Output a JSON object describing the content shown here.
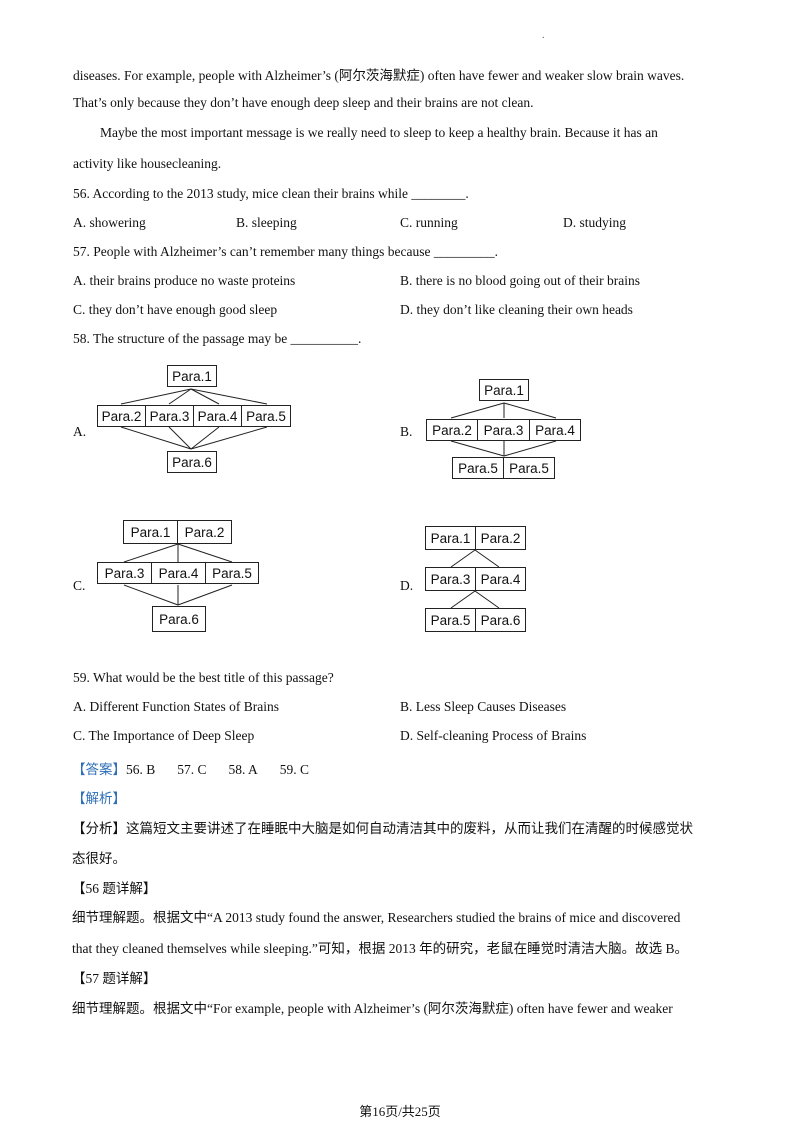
{
  "header_mark": ".",
  "paragraphs": {
    "p1": "diseases. For example, people with Alzheimer’s (阿尔茨海默症) often have fewer and weaker slow brain waves.",
    "p2": "That’s only because they don’t have enough deep sleep and their brains are not clean.",
    "p3": "Maybe the most important message is we really need to sleep to keep a healthy brain. Because it has an",
    "p4": "activity like housecleaning."
  },
  "q56": {
    "stem": "56.  According to the 2013 study, mice clean their brains while ________.",
    "options": [
      "A.  showering",
      "B.  sleeping",
      "C.  running",
      "D.  studying"
    ]
  },
  "q57": {
    "stem": "57.  People with Alzheimer’s can’t remember many things because _________.",
    "options": [
      "A.  their brains produce no waste proteins",
      "B.  there is no blood going out of their brains",
      "C.  they don’t have enough good sleep",
      "D.  they don’t like cleaning their own heads"
    ]
  },
  "q58": {
    "stem": "58.  The structure of the passage may be __________.",
    "labels": [
      "A.",
      "B.",
      "C.",
      "D."
    ],
    "diagrams": {
      "A": {
        "top": [
          "Para.1"
        ],
        "mid": [
          "Para.2",
          "Para.3",
          "Para.4",
          "Para.5"
        ],
        "bottom": [
          "Para.6"
        ]
      },
      "B": {
        "top": [
          "Para.1"
        ],
        "mid": [
          "Para.2",
          "Para.3",
          "Para.4"
        ],
        "bottom": [
          "Para.5",
          "Para.5"
        ]
      },
      "C": {
        "top": [
          "Para.1",
          "Para.2"
        ],
        "mid": [
          "Para.3",
          "Para.4",
          "Para.5"
        ],
        "bottom": [
          "Para.6"
        ]
      },
      "D": {
        "top": [
          "Para.1",
          "Para.2"
        ],
        "mid": [
          "Para.3",
          "Para.4"
        ],
        "bottom": [
          "Para.5",
          "Para.6"
        ]
      }
    }
  },
  "q59": {
    "stem": "59.  What would be the best title of this passage?",
    "options": [
      "A.  Different Function States of Brains",
      "B.  Less Sleep Causes Diseases",
      "C.  The Importance of Deep Sleep",
      "D.  Self-cleaning Process of Brains"
    ]
  },
  "answer": {
    "label": "【答案】",
    "values": [
      "56. B",
      "57. C",
      "58. A",
      "59. C"
    ]
  },
  "analysis_label": "【解析】",
  "analysis": {
    "line1": "【分析】这篇短文主要讲述了在睡眠中大脑是如何自动清洁其中的废料，从而让我们在清醒的时候感觉状",
    "line2": "态很好。",
    "h56": "【56 题详解】",
    "d56_1": "细节理解题。根据文中“A 2013 study found the answer, Researchers studied the brains of mice and discovered",
    "d56_2": "that they cleaned themselves while sleeping.”可知，根据 2013 年的研究，老鼠在睡觉时清洁大脑。故选 B。",
    "h57": "【57 题详解】",
    "d57_1": "细节理解题。根据文中“For example, people with Alzheimer’s (阿尔茨海默症) often have fewer and weaker"
  },
  "footer": "第16页/共25页",
  "colors": {
    "accent": "#2e6fb6"
  }
}
